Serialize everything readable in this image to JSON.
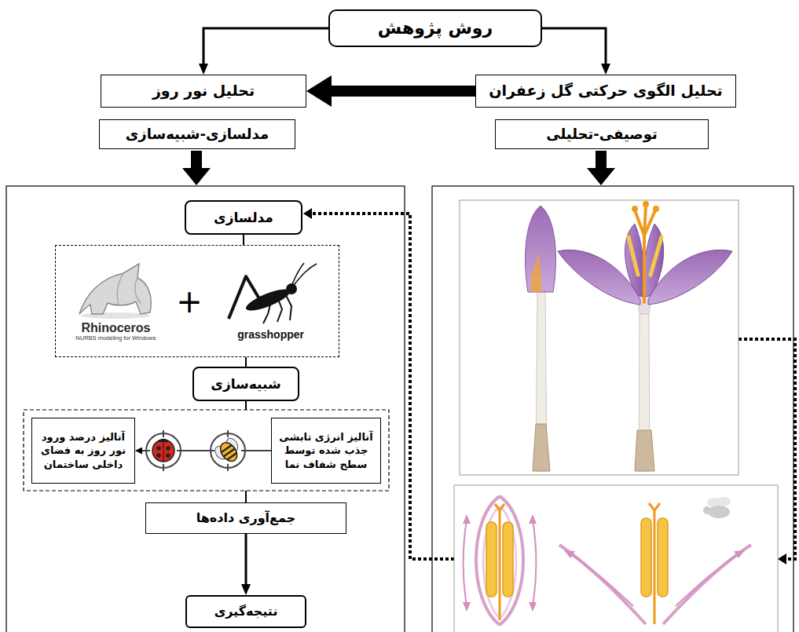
{
  "diagram": {
    "nodes": [
      {
        "text": [
          "روش پژوهش"
        ]
      },
      {
        "text": [
          "تحلیل نور روز"
        ]
      },
      {
        "text": [
          "تحلیل الگوی حرکتی گل زعفران"
        ]
      },
      {
        "text": [
          "مدلسازی-شبیه‌سازی"
        ]
      },
      {
        "text": [
          "توصیفی-تحلیلی"
        ]
      },
      {
        "text": [
          "مدلسازی"
        ]
      },
      {
        "text": [
          "Rhinoceros",
          "NURBS modeling for Windows",
          "+",
          "grasshopper"
        ]
      },
      {
        "text": [
          "شبیه‌سازی"
        ]
      },
      {
        "text": [
          "آنالیز انرژی تابشی جذب شده توسط سطح شفاف نما"
        ]
      },
      {
        "text": [
          "آنالیز درصد ورود نور روز به فضای داخلی ساختمان"
        ]
      },
      {
        "text": [
          "جمع‌آوری داده‌ها"
        ]
      },
      {
        "text": [
          "نتیجه‌گیری"
        ]
      }
    ],
    "edges": [
      {
        "from": 0,
        "to": 1,
        "arrow": "to"
      },
      {
        "from": 0,
        "to": 2,
        "arrow": "to"
      },
      {
        "from": 2,
        "to": 1,
        "arrow": "to"
      },
      {
        "from": 5,
        "to": 6,
        "arrow": "none"
      },
      {
        "from": 6,
        "to": 7,
        "arrow": "none"
      },
      {
        "from": 8,
        "to": 9,
        "arrow": "to"
      },
      {
        "from": 10,
        "to": 11,
        "arrow": "to"
      }
    ]
  }
}
